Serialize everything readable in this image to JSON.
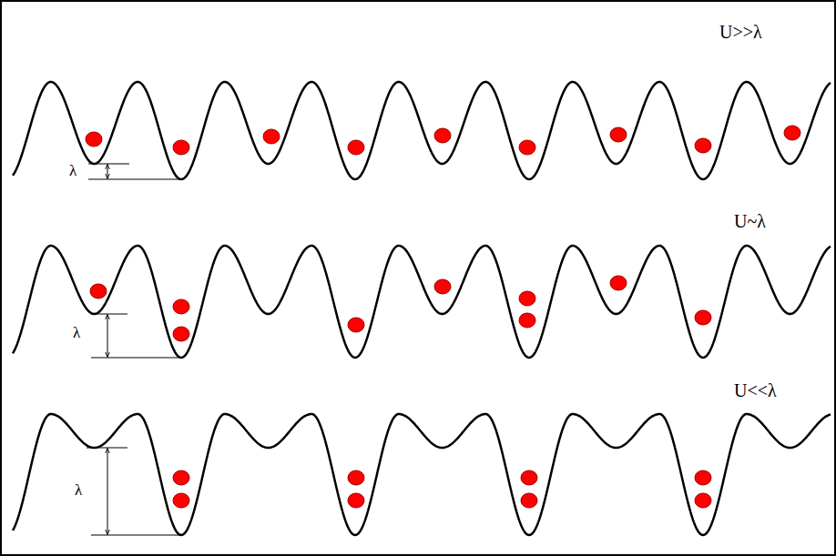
{
  "diagram": {
    "labels": [
      "U>>λ",
      "λ",
      "U~λ",
      "λ",
      "U<<λ",
      "λ"
    ]
  }
}
